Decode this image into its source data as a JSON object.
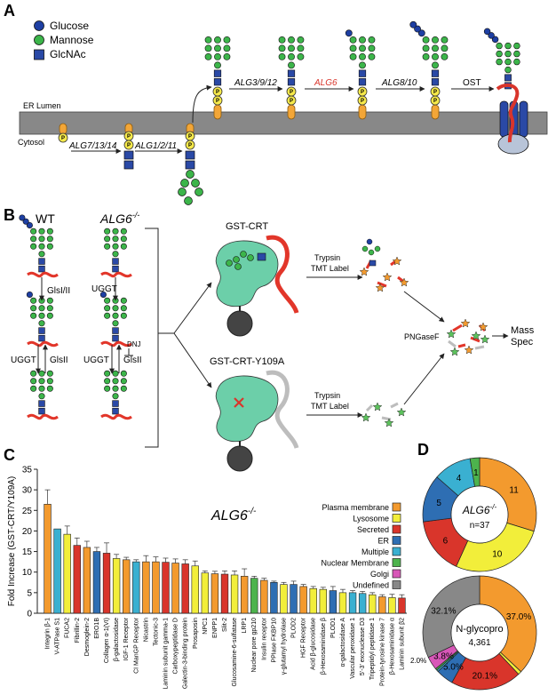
{
  "panels": {
    "A": "A",
    "B": "B",
    "C": "C",
    "D": "D"
  },
  "panel_a": {
    "legend": {
      "glucose": "Glucose",
      "mannose": "Mannose",
      "glcnac": "GlcNAc"
    },
    "er_lumen": "ER Lumen",
    "cytosol": "Cytosol",
    "phosphate": "P",
    "steps": {
      "alg7": "ALG7/13/14",
      "alg1": "ALG1/2/11",
      "alg3": "ALG3/9/12",
      "alg6": "ALG6",
      "alg8": "ALG8/10",
      "ost": "OST"
    }
  },
  "panel_b": {
    "wt": "WT",
    "alg6_prefix": "ALG6",
    "alg6_sup": "-/-",
    "glsi_ii": "GlsI/II",
    "uggt": "UGGT",
    "glsii": "GlsII",
    "dnj": "DNJ",
    "gst_crt": "GST-CRT",
    "gst_crt_y109a": "GST-CRT-Y109A",
    "trypsin": "Trypsin",
    "tmt": "TMT Label",
    "pngasef": "PNGaseF",
    "mass_spec_1": "Mass",
    "mass_spec_2": "Spec"
  },
  "panel_c": {
    "title_prefix": "ALG6",
    "title_sup": "-/-",
    "legend_entries": [
      {
        "name": "Plasma membrane",
        "color": "#f39a2e"
      },
      {
        "name": "Lysosome",
        "color": "#f2ee3a"
      },
      {
        "name": "Secreted",
        "color": "#d9352b"
      },
      {
        "name": "ER",
        "color": "#2e6eb3"
      },
      {
        "name": "Multiple",
        "color": "#3ab0d1"
      },
      {
        "name": "Nuclear Membrane",
        "color": "#4db34d"
      },
      {
        "name": "Golgi",
        "color": "#d857b8"
      },
      {
        "name": "Undefined",
        "color": "#888888"
      }
    ]
  },
  "panel_d": {
    "top_center_prefix": "ALG6",
    "top_center_sup": "-/-",
    "top_n": "n=37",
    "bottom_center": "N-glycopro",
    "bottom_n": "4,361"
  },
  "chart_data": [
    {
      "type": "bar",
      "ylabel": "Fold Increase (GST-CRT/Y109A)",
      "ylim": [
        0,
        35
      ],
      "yticks": [
        0,
        5,
        10,
        15,
        20,
        25,
        30,
        35
      ],
      "grid": false,
      "legend_position": "right",
      "categories": [
        "Integrin β-1",
        "V-ATPase S1",
        "FUCA2",
        "Fibrillin-2",
        "Desmoglein-2",
        "ERO1B",
        "Collagen α-1(VI)",
        "β-galactosidase",
        "IGF-1 Receptor",
        "CI ManGP Receptor",
        "Nicastrin",
        "Tectonic-3",
        "Laminin subunit gamma-1",
        "Carboxypeptidase D",
        "Galectin-3-binding protein",
        "Prosaposin",
        "NPC1",
        "ENPP1",
        "Slit-2",
        "Glucosamine-6-sulfatase",
        "LRP1",
        "Nuclear pore gp210",
        "Insulin receptor",
        "PPIase FKBP10",
        "γ-glutamyl hydrolase",
        "PLOD2",
        "HGF Receptor",
        "Acid β-glucosidase",
        "β-Hexosaminidase β",
        "PLOD1",
        "α-galactosidase A",
        "Vascular peroxidase 1",
        "5’-3’ exonuclease D3",
        "Tripeptidyl peptidase 1",
        "Protein-tyrosine kinase 7",
        "β-Hexosaminidase α",
        "Laminin subunit β2"
      ],
      "series": [
        {
          "values": [
            26.5,
            20.5,
            19.2,
            16.5,
            16.0,
            15.0,
            14.6,
            13.3,
            13.0,
            12.5,
            12.5,
            12.5,
            12.4,
            12.2,
            12.0,
            11.5,
            9.8,
            9.6,
            9.5,
            9.3,
            9.0,
            8.5,
            8.0,
            7.5,
            7.0,
            7.0,
            6.5,
            6.0,
            5.8,
            5.5,
            5.0,
            5.0,
            4.8,
            4.5,
            4.0,
            3.8,
            3.7
          ],
          "errors": [
            3.5,
            0,
            2.0,
            1.8,
            1.5,
            1.0,
            2.5,
            1.0,
            0.6,
            0.5,
            1.5,
            1.2,
            1.0,
            1.0,
            1.0,
            1.2,
            0.5,
            0.6,
            0.8,
            1.0,
            1.8,
            0.5,
            0.5,
            0.3,
            0.5,
            0.8,
            0.5,
            0.5,
            0.5,
            1.0,
            0.8,
            0.5,
            0.5,
            0.5,
            0.5,
            0.8,
            0.8
          ],
          "categories_color": [
            "#f39a2e",
            "#3ab0d1",
            "#f2ee3a",
            "#d9352b",
            "#f39a2e",
            "#2e6eb3",
            "#d9352b",
            "#f2ee3a",
            "#f39a2e",
            "#3ab0d1",
            "#f39a2e",
            "#f39a2e",
            "#d9352b",
            "#f39a2e",
            "#d9352b",
            "#f2ee3a",
            "#f2ee3a",
            "#f39a2e",
            "#d9352b",
            "#f2ee3a",
            "#f39a2e",
            "#4db34d",
            "#f39a2e",
            "#2e6eb3",
            "#f2ee3a",
            "#2e6eb3",
            "#f39a2e",
            "#f2ee3a",
            "#f2ee3a",
            "#2e6eb3",
            "#f2ee3a",
            "#3ab0d1",
            "#3ab0d1",
            "#f2ee3a",
            "#f39a2e",
            "#f2ee3a",
            "#d9352b"
          ]
        }
      ]
    },
    {
      "type": "pie",
      "style": "donut",
      "categories": [
        "Plasma membrane",
        "Lysosome",
        "Secreted",
        "ER",
        "Multiple",
        "Nuclear Membrane"
      ],
      "values": [
        11,
        10,
        6,
        5,
        4,
        1
      ],
      "labels": [
        "11",
        "10",
        "6",
        "5",
        "4",
        "1"
      ],
      "colors": [
        "#f39a2e",
        "#f2ee3a",
        "#d9352b",
        "#2e6eb3",
        "#3ab0d1",
        "#4db34d"
      ]
    },
    {
      "type": "pie",
      "style": "donut",
      "categories": [
        "Plasma membrane",
        "Lysosome",
        "Secreted",
        "ER",
        "Multiple",
        "Nuclear Membrane",
        "Golgi",
        "Undefined"
      ],
      "values": [
        37.0,
        1.0,
        20.1,
        5.0,
        0.5,
        0.5,
        3.8,
        32.1
      ],
      "labels": [
        "37.0%",
        "",
        "20.1%",
        "5.0%",
        "",
        "",
        "3.8%",
        "32.1%"
      ],
      "outside_label": "2.0%",
      "colors": [
        "#f39a2e",
        "#f2ee3a",
        "#d9352b",
        "#2e6eb3",
        "#3ab0d1",
        "#4db34d",
        "#d857b8",
        "#888888"
      ]
    }
  ]
}
